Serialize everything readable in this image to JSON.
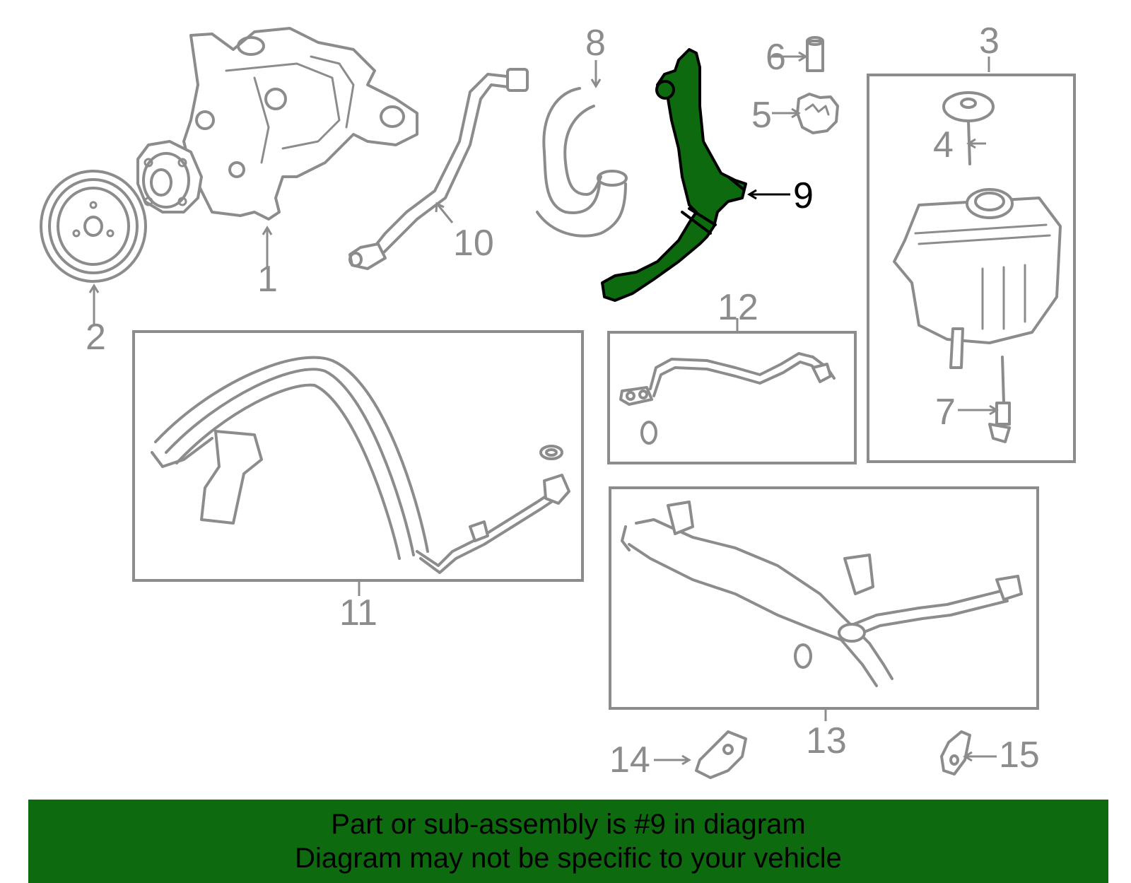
{
  "diagram": {
    "highlight_color": "#0e6a0e",
    "highlight_part": "9",
    "callouts": {
      "c1": "1",
      "c2": "2",
      "c3": "3",
      "c4": "4",
      "c5": "5",
      "c6": "6",
      "c7": "7",
      "c8": "8",
      "c9": "9",
      "c10": "10",
      "c11": "11",
      "c12": "12",
      "c13": "13",
      "c14": "14",
      "c15": "15"
    }
  },
  "banner": {
    "background_color": "#0e6a0e",
    "line1": "Part or sub-assembly is #9 in diagram",
    "line2": "Diagram may not be specific to your vehicle"
  }
}
